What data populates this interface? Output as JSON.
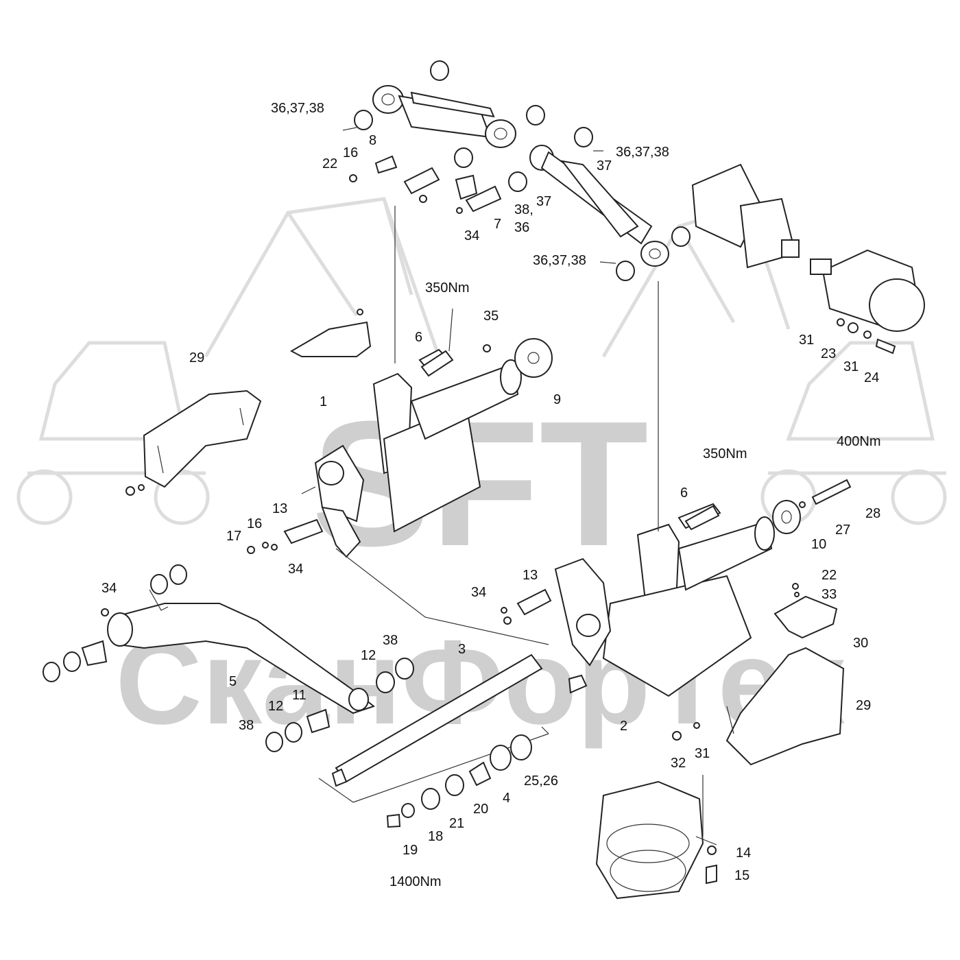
{
  "watermark": {
    "brand": "SFT",
    "company": "СканФорТек",
    "brand_color": "#cfcfcf"
  },
  "torque": {
    "t1": "350Nm",
    "t2": "350Nm",
    "t3": "400Nm",
    "t4": "1400Nm"
  },
  "labels": {
    "l1": "1",
    "l2": "2",
    "l3": "3",
    "l4": "4",
    "l5": "5",
    "l6a": "6",
    "l6b": "6",
    "l7": "7",
    "l8": "8",
    "l9": "9",
    "l10": "10",
    "l11": "11",
    "l12a": "12",
    "l12b": "12",
    "l13a": "13",
    "l13b": "13",
    "l14": "14",
    "l15": "15",
    "l16a": "16",
    "l16b": "16",
    "l17": "17",
    "l18": "18",
    "l19": "19",
    "l20": "20",
    "l21": "21",
    "l22a": "22",
    "l22b": "22",
    "l23": "23",
    "l24": "24",
    "l2526": "25,26",
    "l27": "27",
    "l28": "28",
    "l29a": "29",
    "l29b": "29",
    "l30": "30",
    "l31a": "31",
    "l31b": "31",
    "l31c": "31",
    "l32": "32",
    "l33": "33",
    "l34a": "34",
    "l34b": "34",
    "l34c": "34",
    "l34d": "34",
    "l35": "35",
    "l363738a": "36,37,38",
    "l363738b": "36,37,38",
    "l363738c": "36,37,38",
    "l37a": "37",
    "l37b": "37",
    "l38a": "38,",
    "l36": "36",
    "l38b": "38",
    "l38c": "38"
  }
}
